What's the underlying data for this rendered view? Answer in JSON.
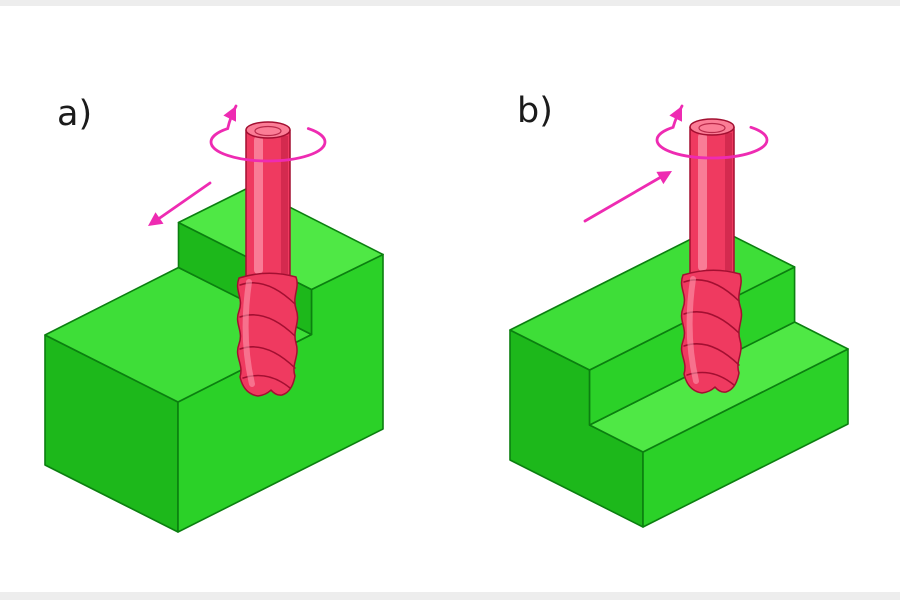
{
  "panels": [
    {
      "label": "a)"
    },
    {
      "label": "b)"
    }
  ],
  "arrows": {
    "rotation": "elliptical-rotation-arrow",
    "feed_a_direction": "down-left",
    "feed_b_direction": "up-right"
  },
  "colors": {
    "green-top": "#3ede38",
    "green-left": "#1db81b",
    "green-front": "#2bd128",
    "green-step": "#4fe845",
    "green-edge": "#0b7f10",
    "tool-body": "#ef3a60",
    "tool-cap": "#fb7d96",
    "tool-light": "#ffa8ba",
    "tool-dark": "#a30f31",
    "arrow": "#ee2bb2",
    "label": "#1b1b1b",
    "frame": "#ededed"
  }
}
